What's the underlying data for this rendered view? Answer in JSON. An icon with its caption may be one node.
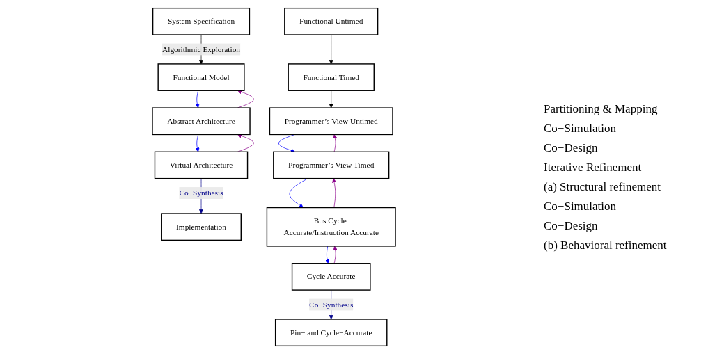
{
  "diagram": {
    "nodes": [
      {
        "text": [
          "System Specification"
        ]
      },
      {
        "text": [
          "Functional Model"
        ]
      },
      {
        "text": [
          "Abstract Architecture"
        ]
      },
      {
        "text": [
          "Virtual Architecture"
        ]
      },
      {
        "text": [
          "Implementation"
        ]
      },
      {
        "text": [
          "Functional Untimed"
        ]
      },
      {
        "text": [
          "Functional Timed"
        ]
      },
      {
        "text": [
          "Programmer’s View Untimed"
        ]
      },
      {
        "text": [
          "Programmer’s View Timed"
        ]
      },
      {
        "text": [
          "Bus Cycle Accurate/Instruction Accurate"
        ]
      },
      {
        "text": [
          "Cycle Accurate"
        ]
      },
      {
        "text": [
          "Pin− and Cycle−Accurate"
        ]
      }
    ],
    "edges": [
      {
        "from": 0,
        "to": 1,
        "arrow": "to",
        "label": "Algorithmic Exploration",
        "color": "#000000"
      },
      {
        "from": 1,
        "to": 2,
        "arrow": "to",
        "color": "#0000ff"
      },
      {
        "from": 2,
        "to": 1,
        "arrow": "to",
        "color": "#8b008b"
      },
      {
        "from": 2,
        "to": 3,
        "arrow": "to",
        "color": "#0000ff"
      },
      {
        "from": 3,
        "to": 2,
        "arrow": "to",
        "color": "#8b008b"
      },
      {
        "from": 3,
        "to": 4,
        "arrow": "to",
        "label": "Co−Synthesis",
        "color": "#00008b"
      },
      {
        "from": 5,
        "to": 6,
        "arrow": "to",
        "color": "#000000"
      },
      {
        "from": 6,
        "to": 7,
        "arrow": "to",
        "color": "#000000"
      },
      {
        "from": 7,
        "to": 8,
        "arrow": "to",
        "color": "#0000ff"
      },
      {
        "from": 8,
        "to": 7,
        "arrow": "to",
        "color": "#8b008b"
      },
      {
        "from": 8,
        "to": 9,
        "arrow": "to",
        "color": "#0000ff"
      },
      {
        "from": 9,
        "to": 8,
        "arrow": "to",
        "color": "#8b008b"
      },
      {
        "from": 9,
        "to": 10,
        "arrow": "to",
        "color": "#0000ff"
      },
      {
        "from": 10,
        "to": 9,
        "arrow": "to",
        "color": "#8b008b"
      },
      {
        "from": 10,
        "to": 11,
        "arrow": "to",
        "label": "Co−Synthesis",
        "color": "#00008b"
      }
    ],
    "labels": [
      "Partitioning & Mapping",
      "Co−Simulation",
      "Co−Design",
      "Iterative Refinement",
      "(a) Structural refinement",
      "Co−Simulation",
      "Co−Design",
      "(b) Behavioral refinement"
    ]
  }
}
